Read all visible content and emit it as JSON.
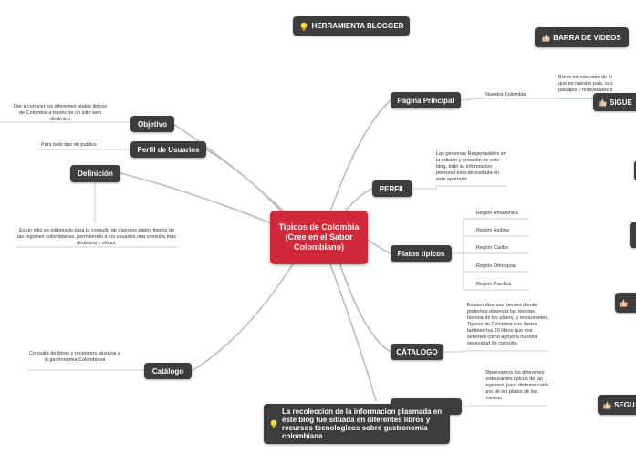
{
  "colors": {
    "root": "#d2293a",
    "node": "#3d3d3d",
    "link": "#bbbbbb",
    "accent_link": "#6a93c8"
  },
  "root": {
    "title": "Tipicos de Colombia (Cree en el Sabor Colombiano)"
  },
  "top": {
    "herramienta": "HERRAMIENTA BLOGGER",
    "barra": "BARRA DE VIDEOS"
  },
  "nodes": {
    "objetivo": "Objetivo",
    "perfil_usuarios": "Perfil de Usuarios",
    "definicion": "Definición",
    "catalogo_left": "Catálogo",
    "pagina_principal": "Pagina Principal",
    "perfil": "PERFIL",
    "platos": "Platos tipicos",
    "catalogo_right": "CÁTALOGO",
    "recoleccion": "La recoleccion de la informacion plasmada en este blog fue situada en diferentes libros y recursos tecnologicos sobre gastronomia colombiana"
  },
  "notes": {
    "objetivo": "Dar a conocer los diferentes platos tipicos de Colombia a través de un sitio web dinámico",
    "perfil_usuarios": "Para todo tipo de publico",
    "definicion": "Es un sitio es elaborado para la consulta de diversos platos tipicos de las regiones colombianas, permitiendo a los usuarios una consulta más dinámica y eficaz.",
    "catalogo_left": "Consulta de libros y recetarios alusivos a la gastronomia Colombiana",
    "nuestra_colombia": "Nuestra Colombia",
    "breve": "Breve introduccion de lo que es nuestro pais, sus paisajes y festividades e",
    "perfil": "Las personas Responsables en la edición y creación  de este blog, todo su informacion personal esta depositada en este apartado",
    "catalogo_right": "Existen diversas fuentes donde podemos observar las recetas, historia de los platos, y restaurantes, Tipicos de Colombia nos ilustra tambien los 20 libros que nos servirian como apoyo a nuestra necesidad de consulta",
    "restaurantes": "Observamos los diferentes restaurantes tipicos de las regiones, para disfrutar cada uno de los platos de las mismas"
  },
  "regions": [
    "Región Amazonica",
    "Región Andina",
    "Región Caribe",
    "Región Orinoquia",
    "Región Pacifica"
  ],
  "cut": {
    "sigue": "SIGUE",
    "segu": "SEGU"
  },
  "icons": [
    "lightbulb-icon",
    "thumbs-up-icon"
  ]
}
